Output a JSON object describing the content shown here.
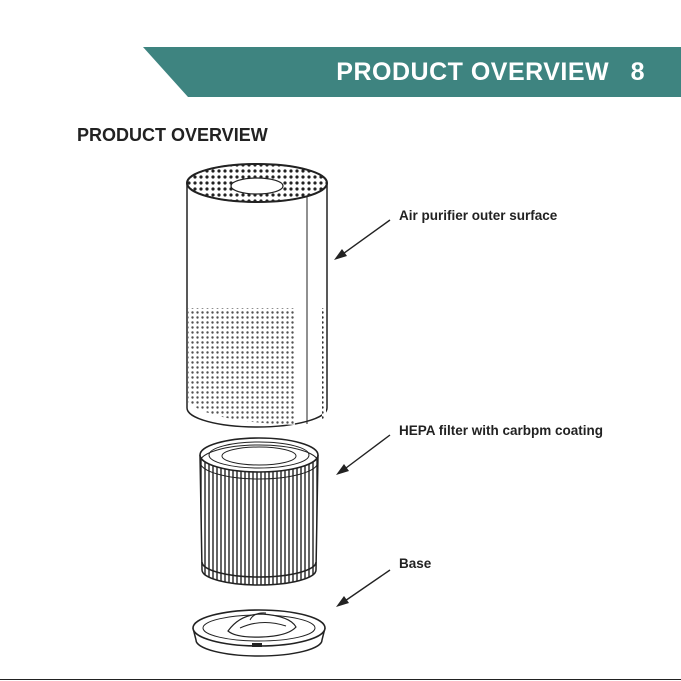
{
  "banner": {
    "title": "PRODUCT OVERVIEW",
    "page_number": "8",
    "color": "#3e8480"
  },
  "heading": "PRODUCT OVERVIEW",
  "callouts": {
    "outer_surface": "Air purifier outer surface",
    "hepa_filter": "HEPA filter with carbpm coating",
    "base": "Base"
  }
}
